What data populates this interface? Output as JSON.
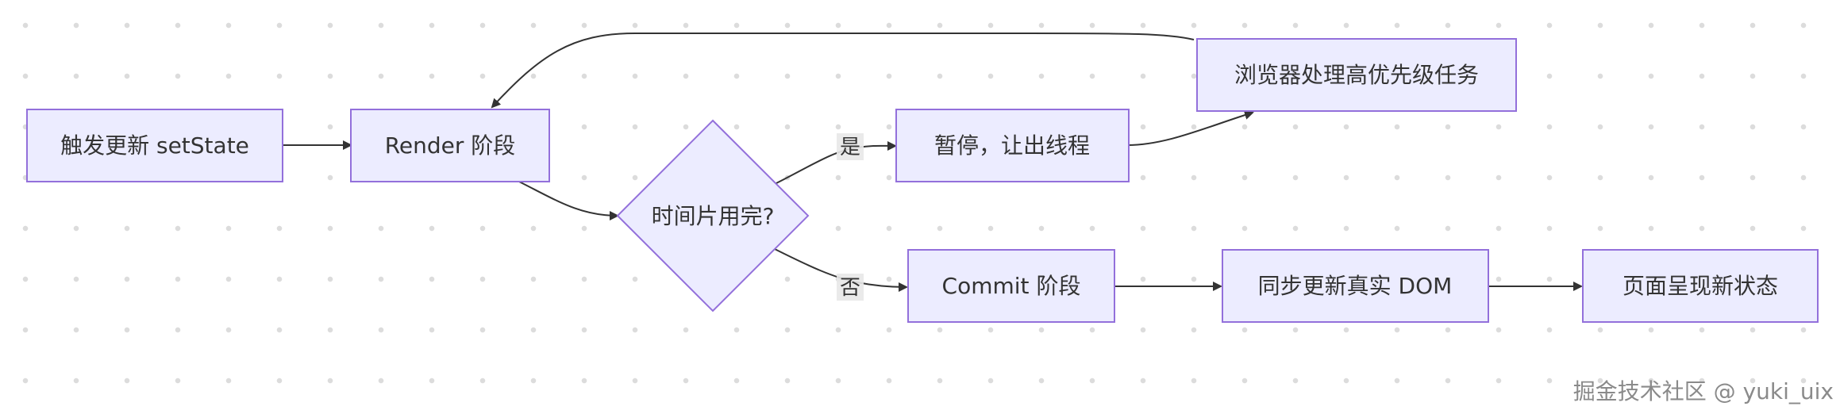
{
  "diagram": {
    "nodes": {
      "trigger": "触发更新 setState",
      "render": "Render 阶段",
      "decision": "时间片用完?",
      "pause": "暂停，让出线程",
      "browser": "浏览器处理高优先级任务",
      "commit": "Commit 阶段",
      "sync": "同步更新真实 DOM",
      "page": "页面呈现新状态"
    },
    "edge_labels": {
      "yes": "是",
      "no": "否"
    }
  },
  "watermark": "掘金技术社区 @ yuki_uix",
  "colors": {
    "node_fill": "#ECECFF",
    "node_stroke": "#9370DB",
    "edge": "#333333",
    "text": "#333333"
  }
}
